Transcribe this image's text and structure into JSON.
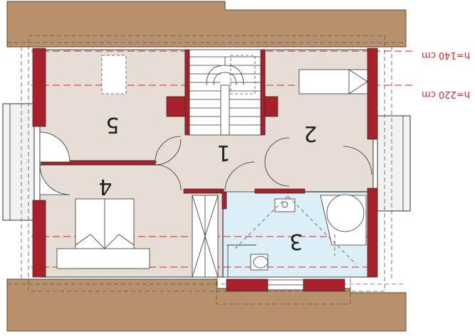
{
  "plan": {
    "rooms": [
      {
        "number": "1"
      },
      {
        "number": "2"
      },
      {
        "number": "3"
      },
      {
        "number": "4"
      },
      {
        "number": "5"
      }
    ],
    "height_lines": [
      {
        "label": "h=140 cm"
      },
      {
        "label": "h=220 cm"
      }
    ]
  },
  "colors": {
    "roof": "#b8906b",
    "floor": "#e6ddd5",
    "bathroom_floor": "#dceef7",
    "wall": "#a8202a",
    "height_line": "#d9252b",
    "balcony": "#f2f2f2"
  }
}
